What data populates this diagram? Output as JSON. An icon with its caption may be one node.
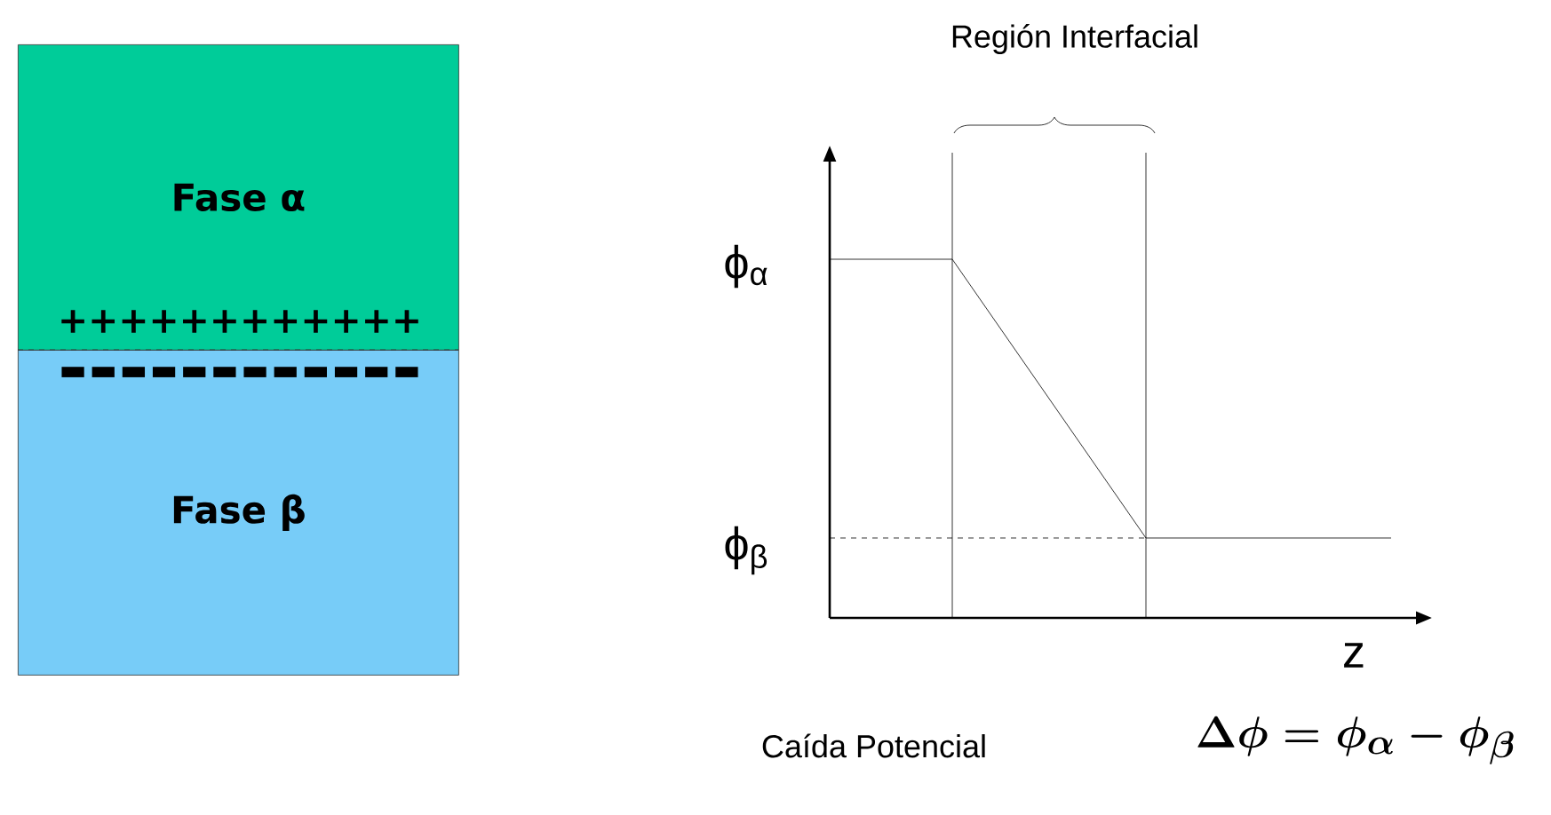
{
  "diagram": {
    "nodes": [
      {
        "text": [
          "Fase α"
        ]
      },
      {
        "text": [
          "Fase β"
        ]
      }
    ],
    "labels": [
      "++++++++++++",
      "------------",
      "Región Interfacial",
      "ϕ$_{α}$",
      "ϕ$_{β}$",
      "z",
      "Caída Potencial",
      "\\Delta\\phi = \\phi_{\\alpha} - \\phi_{\\beta}"
    ]
  }
}
